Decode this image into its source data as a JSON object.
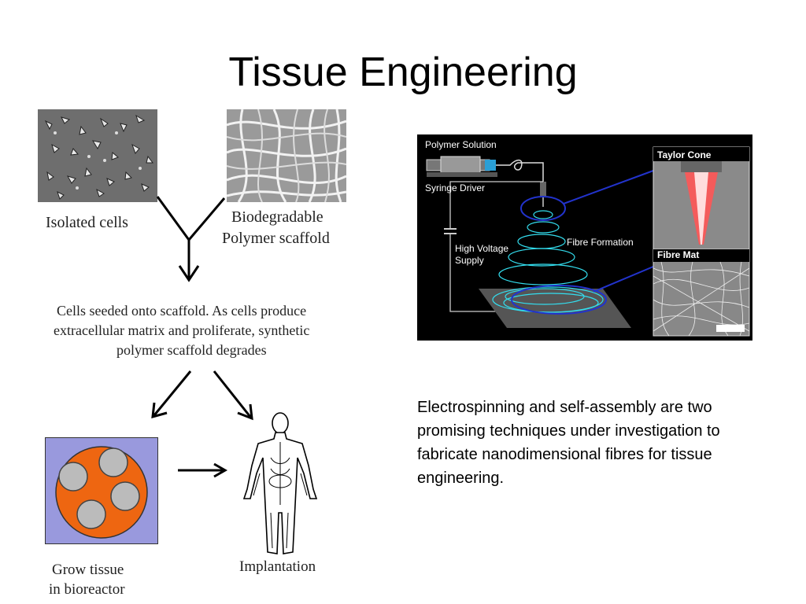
{
  "slide": {
    "title": "Tissue Engineering",
    "body_text": "Electrospinning and self-assembly are two promising techniques under investigation to fabricate nanodimensional fibres for tissue engineering."
  },
  "flow": {
    "isolated_cells": "Isolated cells",
    "scaffold_line1": "Biodegradable",
    "scaffold_line2": "Polymer scaffold",
    "seeded_line1": "Cells seeded onto scaffold. As cells produce",
    "seeded_line2": "extracellular matrix and proliferate, synthetic",
    "seeded_line3": "polymer scaffold degrades",
    "grow_line1": "Grow tissue",
    "grow_line2": "in bioreactor",
    "implantation": "Implantation"
  },
  "electrospin": {
    "polymer_solution": "Polymer Solution",
    "syringe_driver": "Syringe Driver",
    "high_voltage": "High Voltage",
    "supply": "Supply",
    "fibre_formation": "Fibre Formation",
    "taylor_cone": "Taylor Cone",
    "fibre_mat": "Fibre Mat"
  },
  "colors": {
    "bioreactor_bg": "#9999dd",
    "bioreactor_dish": "#ee6611",
    "fibre_cyan": "#33ddee",
    "connector_blue": "#2233cc"
  }
}
